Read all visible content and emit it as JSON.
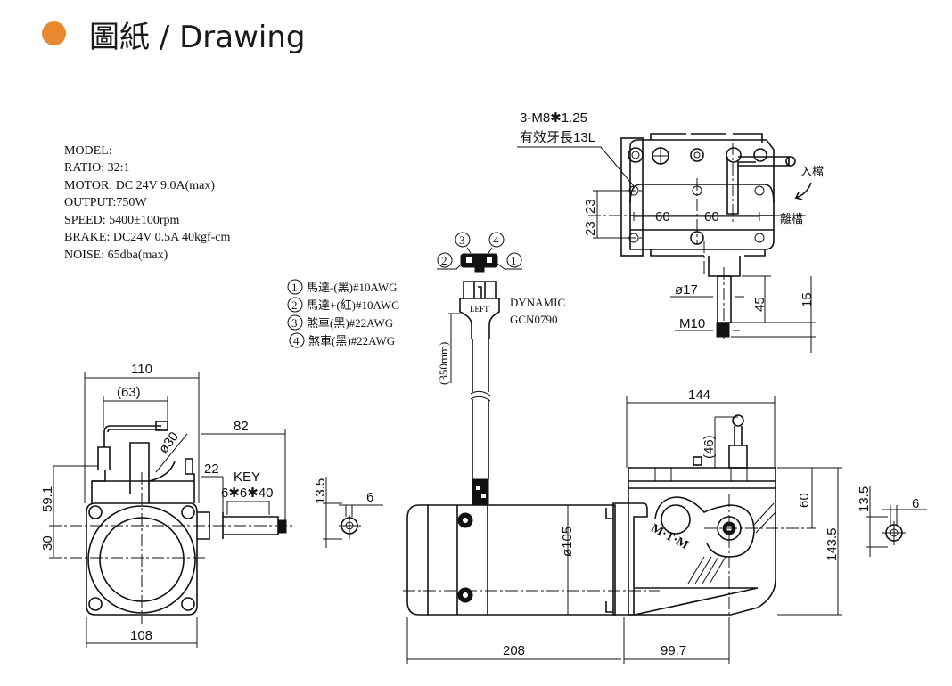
{
  "header": {
    "title": "圖紙 / Drawing",
    "accent_color": "#e8892f"
  },
  "specs": [
    "MODEL:",
    "RATIO: 32:1",
    "MOTOR: DC 24V 9.0A(max)",
    "OUTPUT:750W",
    "SPEED: 5400±100rpm",
    "BRAKE: DC24V 0.5A 40kgf-cm",
    "NOISE: 65dba(max)"
  ],
  "wires": [
    {
      "num": "1",
      "text": "馬達-(黑)#10AWG"
    },
    {
      "num": "2",
      "text": "馬達+(紅)#10AWG"
    },
    {
      "num": "3",
      "text": "煞車(黑)#22AWG"
    },
    {
      "num": "4",
      "text": "煞車(黑)#22AWG"
    }
  ],
  "connector": {
    "pins": [
      "3",
      "4",
      "2",
      "1"
    ],
    "plug_label": "LEFT",
    "brand": "DYNAMIC",
    "part": "GCN0790",
    "cable_length": "(350mm)"
  },
  "top_view": {
    "thread_note": "3-M8✱1.25",
    "thread_length": "有效牙長13L",
    "engage_label": "入檔",
    "disengage_label": "離檔",
    "dims": {
      "pitch_a": "60",
      "pitch_b": "60",
      "offset_a": "23",
      "offset_b": "23",
      "shaft_dia": "ø17",
      "shaft_len": "45",
      "thread_len": "15",
      "thread": "M10"
    }
  },
  "front_view": {
    "dims": {
      "width": "110",
      "lever": "(63)",
      "lever_dia": "ø30",
      "shaft_ext": "82",
      "shoulder": "22",
      "key_label": "KEY",
      "key": "6✱6✱40",
      "height_top": "59.1",
      "height_bottom": "30",
      "base": "108"
    },
    "key_detail": {
      "depth": "13.5",
      "width": "6"
    }
  },
  "side_view": {
    "dims": {
      "gear_width": "144",
      "lever_height": "(46)",
      "motor_dia": "ø105",
      "shaft_height": "60",
      "gear_height": "143.5",
      "motor_len": "208",
      "shaft_offset": "99.7"
    },
    "logo": "M·T·M",
    "key_detail": {
      "depth": "13.5",
      "width": "6"
    }
  }
}
